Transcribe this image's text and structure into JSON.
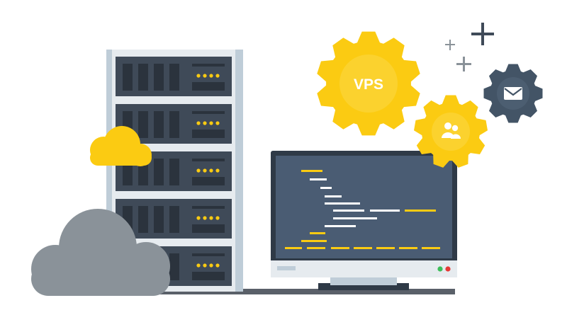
{
  "illustration": {
    "vps_gear": {
      "label": "VPS",
      "color": "#FBCB12"
    },
    "users_gear": {
      "icon": "users-icon",
      "color": "#FBCB12"
    },
    "mail_gear": {
      "icon": "envelope-icon",
      "color": "#435466"
    },
    "server_rack": {
      "units": 5,
      "frame_color": "#BFCDD8",
      "body_color": "#3F4A58",
      "led_color": "#FBCB12"
    },
    "monitor": {
      "screen_color": "#4A5C73",
      "bezel_color": "#2F3A47",
      "code_line_colors": [
        "#FBCB12",
        "#FFFFFF"
      ]
    },
    "clouds": [
      {
        "name": "yellow-cloud",
        "color": "#FBCB12"
      },
      {
        "name": "gray-cloud",
        "color": "#8A9299"
      }
    ],
    "decorations": [
      "plus-sign",
      "plus-sign",
      "plus-sign"
    ]
  }
}
